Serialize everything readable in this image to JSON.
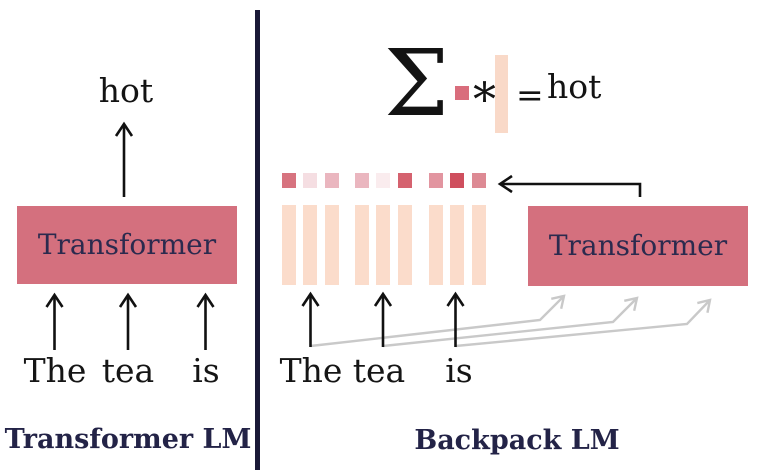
{
  "figure": {
    "description_left": "Transformer language model diagram",
    "description_right": "Backpack language model diagram"
  },
  "panels": {
    "left": {
      "title": "Transformer LM",
      "predicted_word": "hot",
      "box_label": "Transformer",
      "input_words": [
        "The",
        "tea",
        "is"
      ]
    },
    "right": {
      "title": "Backpack LM",
      "box_label": "Transformer",
      "input_words": [
        "The",
        "tea",
        "is"
      ],
      "equation": {
        "sum_symbol": "Σ",
        "weight_color": "#d96d7c",
        "times_symbol": "*",
        "vector_color": "#f9d9c8",
        "equals_symbol": "=",
        "result_word": "hot"
      },
      "sense_weight_colors": [
        "#d7737f",
        "#f5dee2",
        "#eab6bf",
        "#eab6bf",
        "#faecee",
        "#d5626f",
        "#e295a0",
        "#cf4f5e",
        "#dd8a94"
      ],
      "sense_vector_color": "#fbdccb"
    }
  },
  "colors": {
    "box": "#d4707e",
    "box_text": "#2b2a4e",
    "divider": "#1a1937",
    "label_text": "#232347",
    "arrow_black": "#111111",
    "arrow_gray": "#c9c9c9"
  }
}
